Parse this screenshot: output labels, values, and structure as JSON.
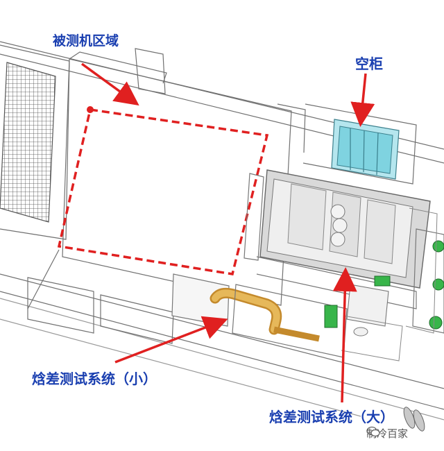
{
  "labels": {
    "dut_area": "被测机区域",
    "empty_cabinet": "空柜",
    "enthalpy_small": "焓差测试系统（小）",
    "enthalpy_large": "焓差测试系统（大）"
  },
  "watermark": {
    "text": "制冷百家",
    "icon": "wechat-icon"
  },
  "colors": {
    "label_text": "#1a3fb0",
    "arrow": "#e02020",
    "dashed_zone": "#e02020",
    "frame_line": "#6f6f6f",
    "cabinet_cyan": "#7fd3e0",
    "duct_yellow": "#d9a441",
    "fan_green": "#38b54a",
    "background": "#ffffff"
  }
}
